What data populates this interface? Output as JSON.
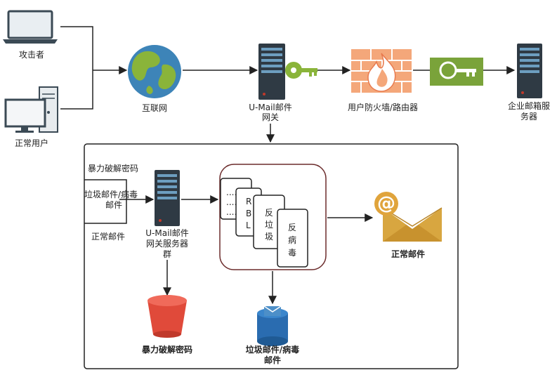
{
  "top": {
    "attacker_label": "攻击者",
    "normal_user_label": "正常用户",
    "internet_label": "互联网",
    "gateway_label_line1": "U-Mail邮件",
    "gateway_label_line2": "网关",
    "firewall_label": "用户防火墙/路由器",
    "enterprise_label_line1": "企业邮箱服",
    "enterprise_label_line2": "务器"
  },
  "detail": {
    "input_bruteforce": "暴力破解密码",
    "input_spam_line1": "垃圾邮件/病毒",
    "input_spam_line2": "邮件",
    "input_normal": "正常邮件",
    "cluster_label_line1": "U-Mail邮件",
    "cluster_label_line2": "网关服务器",
    "cluster_label_line3": "群",
    "filter_card1_text": "......",
    "filter_card2_chars": [
      "R",
      "B",
      "L"
    ],
    "filter_card3_chars": [
      "反",
      "垃",
      "圾"
    ],
    "filter_card4_chars": [
      "反",
      "病",
      "毒"
    ],
    "output_normal": "正常邮件",
    "output_bruteforce": "暴力破解密码",
    "output_spam_line1": "垃圾邮件/病毒",
    "output_spam_line2": "邮件",
    "email_at_symbol": "@"
  },
  "colors": {
    "line": "#222222",
    "globe_ocean": "#3d84b8",
    "globe_land": "#8ab43a",
    "server_body": "#2f3a44",
    "server_slot": "#6d9ec0",
    "key_green": "#7aa33a",
    "firewall_orange": "#f4a77a",
    "envelope": "#d8a640",
    "bucket_red": "#e04a3a",
    "db_blue": "#2a6cb0",
    "filter_frame": "#6b2b2b"
  },
  "icons": [
    "laptop-icon",
    "desktop-icon",
    "globe-icon",
    "server-icon",
    "key-icon",
    "firewall-icon",
    "envelope-icon",
    "bucket-icon",
    "database-icon"
  ]
}
